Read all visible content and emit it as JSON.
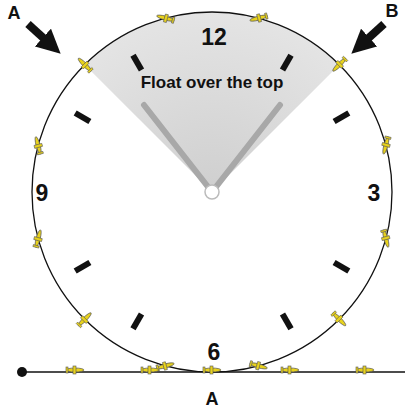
{
  "diagram": {
    "labels": [
      "A",
      "B",
      "12",
      "Float over the top",
      "9",
      "3",
      "6",
      "A"
    ]
  }
}
